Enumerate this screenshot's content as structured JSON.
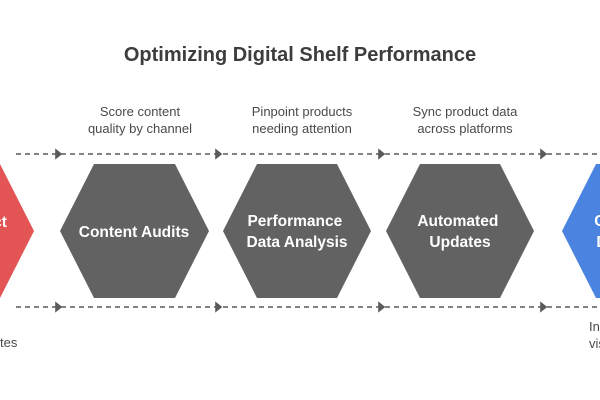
{
  "title": "Optimizing Digital Shelf Performance",
  "colors": {
    "hex_gray": "#626262",
    "hex_red": "#e35454",
    "hex_blue": "#4a84e0",
    "connector": "#5a5a5a",
    "text_dark": "#3d3d3d"
  },
  "steps": [
    {
      "label_lines": [
        "ct"
      ],
      "top_text": "",
      "bottom_text": "tes",
      "color": "#e35454"
    },
    {
      "label_lines": [
        "Content Audits"
      ],
      "top_text": "Score content\nquality by channel",
      "bottom_text": "",
      "color": "#626262"
    },
    {
      "label_lines": [
        "Performance",
        "Data Analysis"
      ],
      "top_text": "Pinpoint products\nneeding attention",
      "bottom_text": "",
      "color": "#626262"
    },
    {
      "label_lines": [
        "Automated",
        "Updates"
      ],
      "top_text": "Sync product data\nacross platforms",
      "bottom_text": "",
      "color": "#626262"
    },
    {
      "label_lines": [
        "C",
        "D"
      ],
      "top_text": "",
      "bottom_text": "In\nvis",
      "color": "#4a84e0"
    }
  ]
}
